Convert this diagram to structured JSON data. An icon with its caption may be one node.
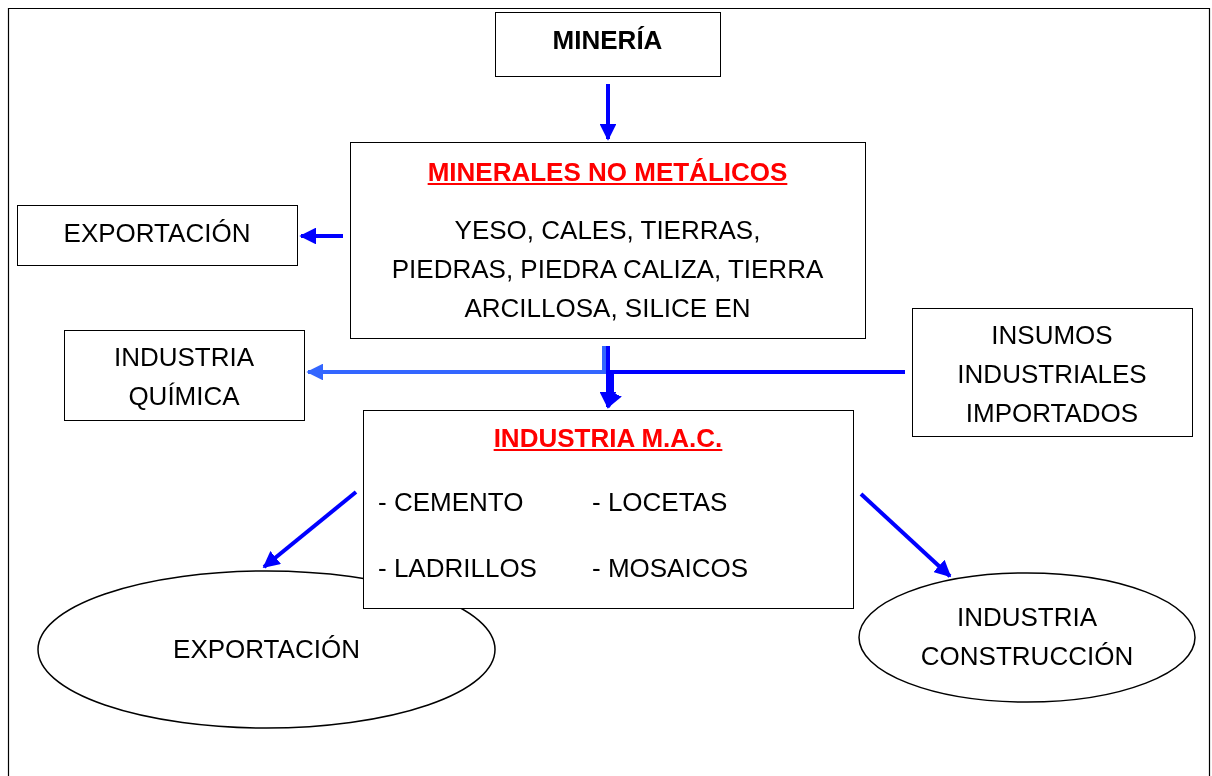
{
  "diagram": {
    "nodes": [
      {
        "text": [
          "MINERÍA"
        ]
      },
      {
        "text": [
          "MINERALES NO METÁLICOS",
          "YESO, CALES, TIERRAS, PIEDRAS, PIEDRA CALIZA, TIERRA ARCILLOSA, SILICE EN"
        ]
      },
      {
        "text": [
          "EXPORTACIÓN"
        ]
      },
      {
        "text": [
          "INDUSTRIA QUÍMICA"
        ]
      },
      {
        "text": [
          "INSUMOS INDUSTRIALES IMPORTADOS"
        ]
      },
      {
        "text": [
          "INDUSTRIA M.A.C.",
          "- CEMENTO",
          "- LOCETAS",
          "- LADRILLOS",
          "- MOSAICOS"
        ]
      },
      {
        "text": [
          "EXPORTACIÓN"
        ]
      },
      {
        "text": [
          "INDUSTRIA CONSTRUCCIÓN"
        ]
      }
    ],
    "edges": [
      {
        "from": 0,
        "to": 1,
        "arrow": "to"
      },
      {
        "from": 1,
        "to": 2,
        "arrow": "to"
      },
      {
        "from": 1,
        "to": 5,
        "arrow": "to"
      },
      {
        "from": 1,
        "to": 3,
        "arrow": "to",
        "color": "#3366ff"
      },
      {
        "from": 4,
        "to": 5,
        "arrow": "to"
      },
      {
        "from": 5,
        "to": 6,
        "arrow": "to"
      },
      {
        "from": 5,
        "to": 7,
        "arrow": "to"
      }
    ]
  }
}
